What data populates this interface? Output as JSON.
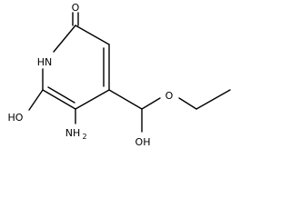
{
  "molecule": {
    "atoms": {
      "carbonyl_oxygen": "O",
      "ring_nitrogen": "HN",
      "hydroxy_left": "HO",
      "amino_element": "NH",
      "amino_subscript": "2",
      "ether_oxygen": "O",
      "hydroxy_bottom": "OH"
    }
  },
  "colors": {
    "line": "#000000",
    "background": "#ffffff"
  }
}
